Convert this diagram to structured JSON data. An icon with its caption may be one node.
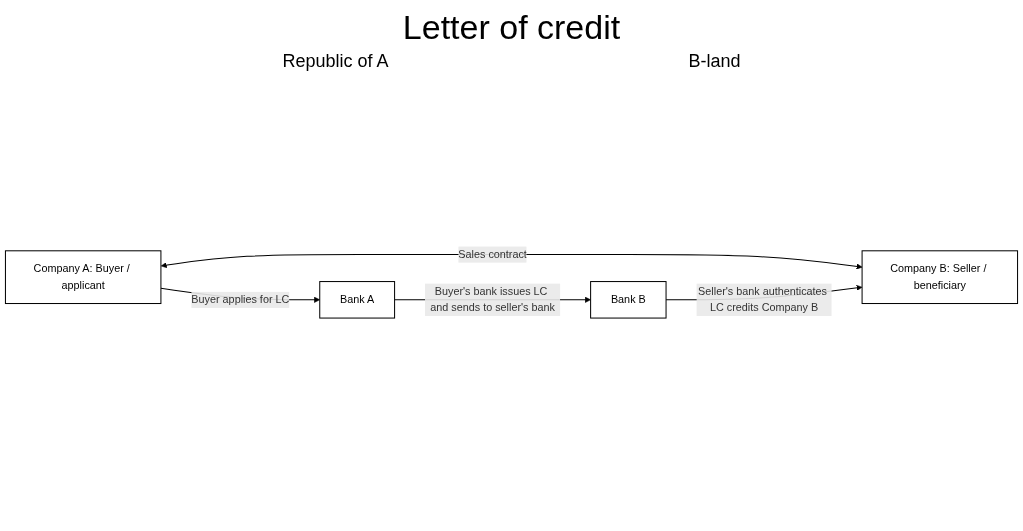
{
  "diagram": {
    "title": "Letter of credit",
    "nodes": [
      {
        "text": [
          "Company A: Buyer / applicant"
        ]
      },
      {
        "text": [
          "Company B: Seller / beneficiary"
        ]
      },
      {
        "text": [
          "Bank A"
        ]
      },
      {
        "text": [
          "Bank B"
        ]
      }
    ],
    "edges": [
      {
        "from": 0,
        "to": 1,
        "arrow": "both",
        "label": "Sales contract"
      },
      {
        "from": 0,
        "to": 2,
        "arrow": "to",
        "label": "Buyer applies for LC"
      },
      {
        "from": 2,
        "to": 3,
        "arrow": "to",
        "label": "Buyer's bank issues LC and sends to seller's bank"
      },
      {
        "from": 3,
        "to": 1,
        "arrow": "to",
        "label": "Seller's bank authenticates LC credits Company B"
      }
    ],
    "labels": [
      "Republic of A",
      "B-land"
    ]
  }
}
